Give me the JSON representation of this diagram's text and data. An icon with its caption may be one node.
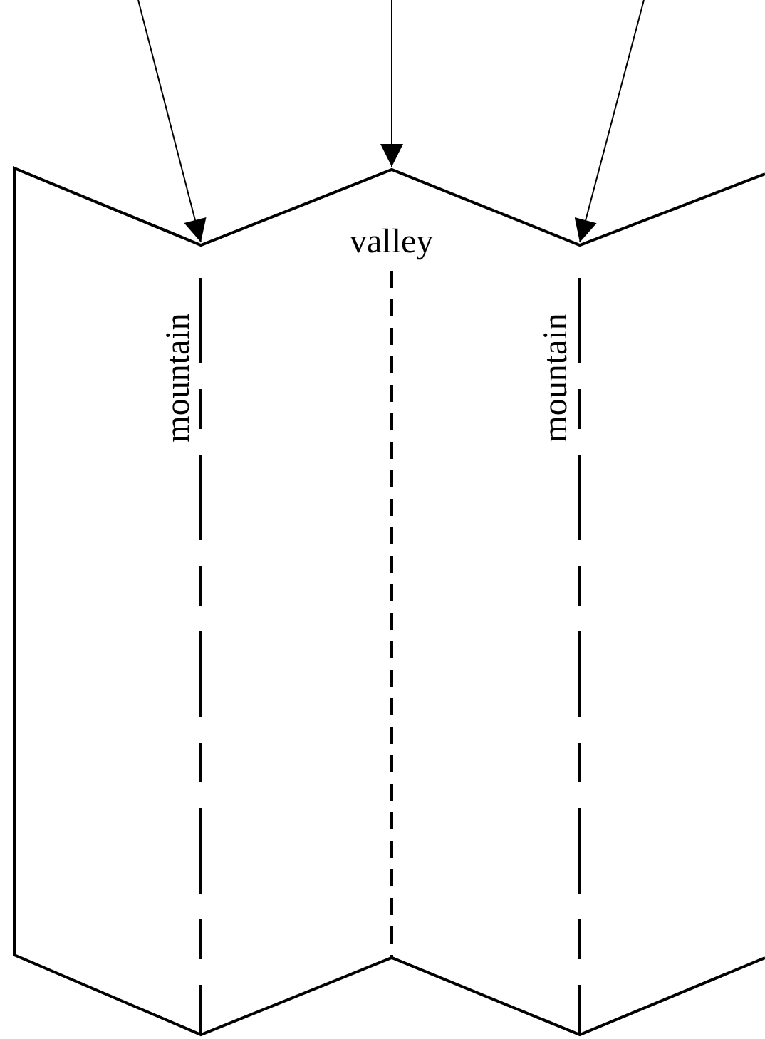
{
  "diagram": {
    "labels": [
      "mountain",
      "valley",
      "mountain"
    ]
  }
}
